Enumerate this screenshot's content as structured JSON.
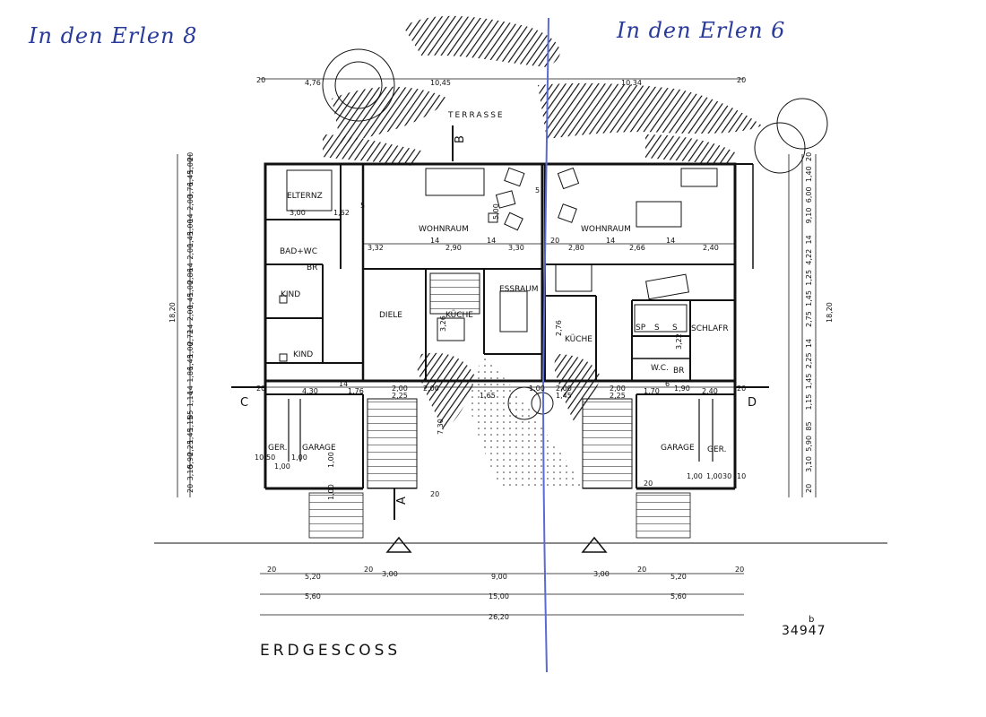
{
  "handwritten": {
    "left_address": "In den Erlen 8",
    "right_address": "In den Erlen 6"
  },
  "plan": {
    "title": "ERDGESCOSS",
    "stamp_code": "34947",
    "stamp_mark": "b",
    "divider_color": "#5a6ad6",
    "ink_color": "#111111"
  },
  "rooms": {
    "terrasse": "TERRASSE",
    "elternz": "ELTERNZ",
    "bad_wc": "BAD+WC",
    "br_left": "BR",
    "kind_1": "KIND",
    "kind_2": "KIND",
    "diele": "DIELE",
    "kueche_left": "KÜCHE",
    "wohnraum_left": "WOHNRAUM",
    "essraum": "ESSRAUM",
    "wohnraum_right": "WOHNRAUM",
    "kueche_right": "KÜCHE",
    "sp": "SP",
    "s1": "S",
    "s2": "S",
    "schlafr": "SCHLAFR",
    "wc": "W.C.",
    "br_right": "BR",
    "garage_left": "GARAGE",
    "ger_left": "GER.",
    "garage_right": "GARAGE",
    "ger_right": "GER."
  },
  "section_marks": {
    "a": "A",
    "b": "B",
    "c": "C",
    "d": "D"
  },
  "dimensions": {
    "top": [
      "20",
      "4,76",
      "10,45",
      "10,34",
      "20"
    ],
    "row_living_left": [
      "3,32",
      "14",
      "2,90",
      "14",
      "3,30"
    ],
    "row_living_right": [
      "20",
      "2,80",
      "14",
      "2,66",
      "14",
      "2,40"
    ],
    "row_garage": [
      "20",
      "4,30",
      "14",
      "1,76",
      "2,00",
      "2,25",
      "2,00",
      "1,65",
      "1,00",
      "2,00",
      "1,45",
      "2,00",
      "2,25",
      "1,70",
      "6",
      "1,90",
      "2,40",
      "20"
    ],
    "bottom_1": [
      "20",
      "5,20",
      "20",
      "3,00",
      "9,00",
      "3,00",
      "20",
      "5,20",
      "20"
    ],
    "bottom_2": [
      "5,60",
      "15,00",
      "5,60"
    ],
    "bottom_3": [
      "26,20"
    ],
    "left_chain": [
      "20",
      "1,00",
      "1,45",
      "3,76",
      "2,00",
      "14",
      "1,00",
      "1,45",
      "2,00",
      "14",
      "2,86",
      "1,00",
      "1,45",
      "2,00",
      "14",
      "2,72",
      "1,00",
      "1,45",
      "1,86",
      "14",
      "1,14",
      "85",
      "1,15",
      "1,45",
      "2,25",
      "5,90",
      "3,10",
      "20"
    ],
    "left_total": "18,20",
    "right_chain": [
      "20",
      "1,40",
      "6,00",
      "9,10",
      "14",
      "4,22",
      "1,25",
      "1,45",
      "2,75",
      "14",
      "2,25",
      "1,45",
      "1,15",
      "85",
      "5,90",
      "3,10",
      "20"
    ],
    "right_total": "18,20",
    "misc": {
      "elternz_w": "3,00",
      "elternz_d": "1,62",
      "kueche_h": "3,26",
      "stair_h": "5,00",
      "entry_h": "7,30",
      "kueche_r_h": "2,76",
      "schlafr_h": "3,22",
      "garage_l_10": "10",
      "garage_l_50": "50",
      "garage_l_100a": "1,00",
      "garage_l_100b": "1,00",
      "garage_l_100c": "1,00",
      "garage_l_100d": "1,00",
      "garage_r_100a": "1,00",
      "garage_r_100b": "1,00",
      "garage_r_30": "30",
      "garage_r_10": "10",
      "wohn_5": "5",
      "wohn_5b": "5",
      "ger_l_20": "20",
      "entry_20": "20"
    }
  }
}
